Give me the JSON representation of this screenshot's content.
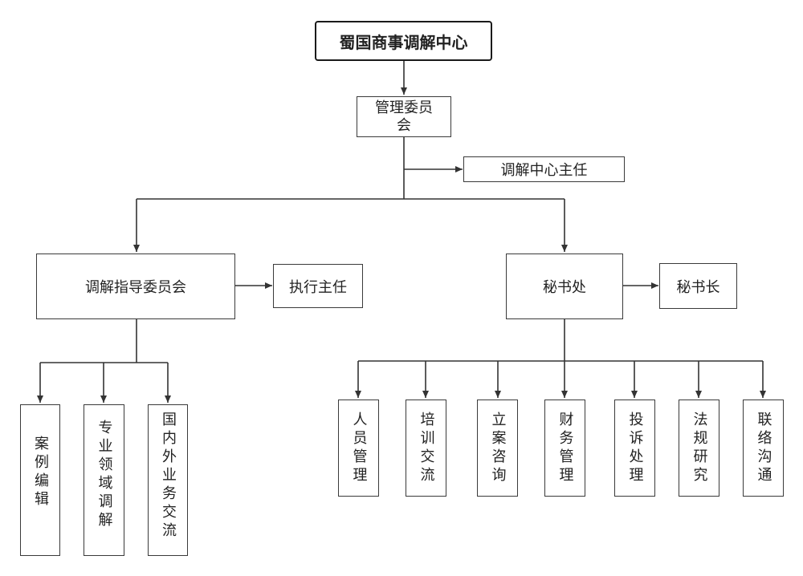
{
  "org": {
    "root": "蜀国商事调解中心",
    "committee": "管理委员会",
    "director": "调解中心主任",
    "guidance": "调解指导委员会",
    "exec_director": "执行主任",
    "secretariat": "秘书处",
    "secretary_general": "秘书长",
    "guidance_children": [
      "案例编辑",
      "专业领域调解",
      "国内外业务交流"
    ],
    "secretariat_children": [
      "人员管理",
      "培训交流",
      "立案咨询",
      "财务管理",
      "投诉处理",
      "法规研究",
      "联络沟通"
    ]
  }
}
